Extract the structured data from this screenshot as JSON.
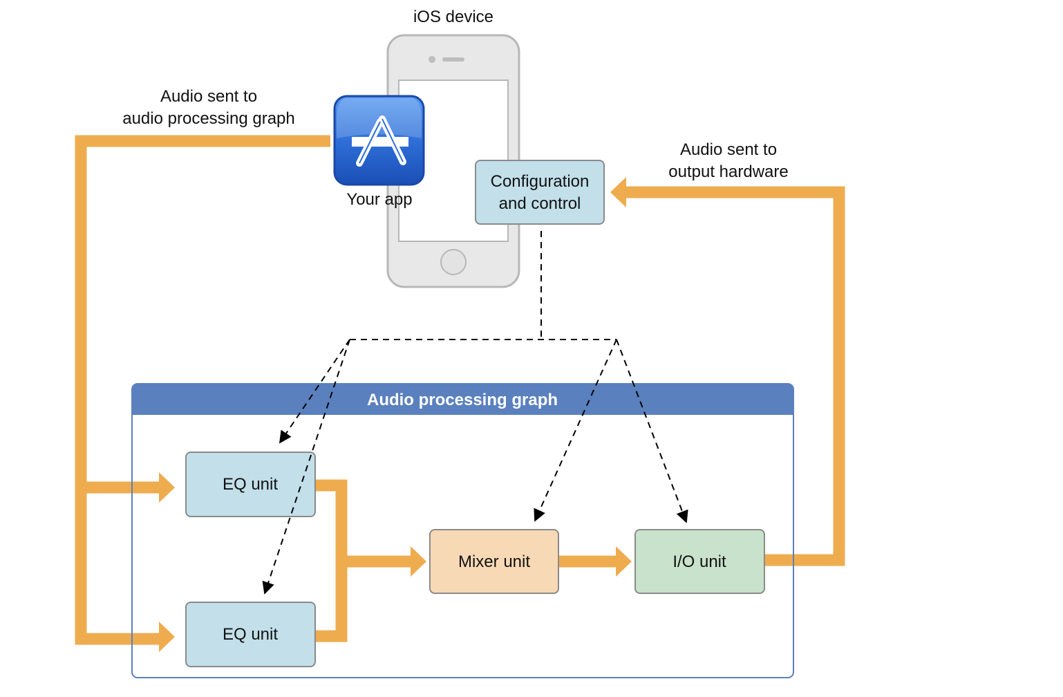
{
  "device": {
    "label": "iOS device"
  },
  "app": {
    "label": "Your app"
  },
  "config": {
    "line1": "Configuration",
    "line2": "and control"
  },
  "annotations": {
    "input_line1": "Audio sent to",
    "input_line2": "audio processing graph",
    "output_line1": "Audio sent to",
    "output_line2": "output hardware"
  },
  "graph": {
    "title": "Audio processing graph",
    "units": {
      "eq_top": "EQ unit",
      "eq_bottom": "EQ unit",
      "mixer": "Mixer unit",
      "io": "I/O unit"
    }
  },
  "colors": {
    "audio_flow": "#EEAC4F",
    "graph_header": "#5A80BE",
    "eq_fill": "#C2DFEA",
    "mixer_fill": "#F8D9B5",
    "io_fill": "#C9E2CB",
    "app_icon": "#2F6FD8"
  },
  "icons": {
    "app": "app-store-icon"
  }
}
